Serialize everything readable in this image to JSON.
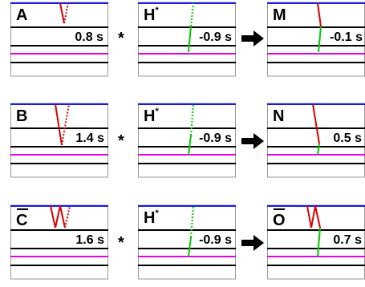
{
  "colors": {
    "top_line": "#1a1ae6",
    "staff_line": "#000000",
    "magenta_line": "#e600e6",
    "border": "#9a9a9a",
    "red": "#e00000",
    "green": "#00cc00"
  },
  "operators": {
    "star": "*",
    "arrow_icon": "right-arrow"
  },
  "rows": [
    {
      "left": {
        "label": "A",
        "value": "0.8 s"
      },
      "middle": {
        "label": "H",
        "label_sup": "*",
        "value": "-0.9 s"
      },
      "right": {
        "label": "M",
        "value": "-0.1 s"
      }
    },
    {
      "left": {
        "label": "B",
        "value": "1.4 s"
      },
      "middle": {
        "label": "H",
        "label_sup": "*",
        "value": "-0.9 s"
      },
      "right": {
        "label": "N",
        "value": "0.5 s"
      }
    },
    {
      "left": {
        "label": "C",
        "label_overbar": true,
        "value": "1.6 s"
      },
      "middle": {
        "label": "H",
        "label_sup": "*",
        "value": "-0.9 s"
      },
      "right": {
        "label": "O",
        "label_overbar": true,
        "value": "0.7 s"
      }
    }
  ]
}
